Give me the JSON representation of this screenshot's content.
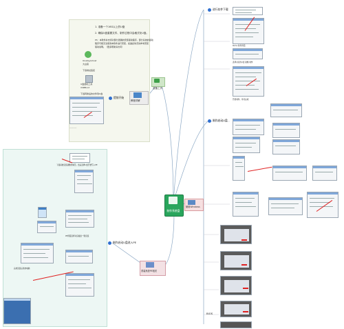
{
  "center": {
    "title": "制作系统盘"
  },
  "branches": {
    "tools": {
      "title": "准备工作"
    },
    "tutorial": {
      "title": "教程详解"
    },
    "install": {
      "title": "使用Windows"
    },
    "pe": {
      "title": "重装系统PE相关"
    }
  },
  "left_tools": {
    "steps": [
      "1. 准备一个16G以上的U盘",
      "2. 确保U盘重要文件、制作过程中会格式化U盘。",
      "PS：本软件并支持对部分遗漏的安装驱动程序，部分系统的驱动",
      "程序可能无法使用本软件进行安装，如遇此情况请参考安装",
      "驱动说明。（更多帮助请访问）"
    ],
    "apps": [
      {
        "label": "OneKeyGhost\n大白菜"
      },
      {
        "label": "U盘装机工具\nUSBBoot"
      }
    ],
    "download_note": "下载地址链接",
    "download_note2": "下载转换后的文件到U盘",
    "node_label": "提前开始"
  },
  "right_top": {
    "node1": "进行软件下载",
    "node2": "制作启动U盘",
    "node3": "BIOS",
    "caption1": "Rufus 软件界面",
    "caption2": "选择对应的U盘 镜像 制作",
    "caption3": "开始制作，等待完成"
  },
  "pe_section": {
    "node": "制作启动U盘进入PE",
    "caption1": "下载系统安装镜像并解压，然后选择U盘开始写入PE",
    "caption2": "PE界面选择对应磁盘一键安装",
    "caption3": "完成安装后重启电脑"
  }
}
